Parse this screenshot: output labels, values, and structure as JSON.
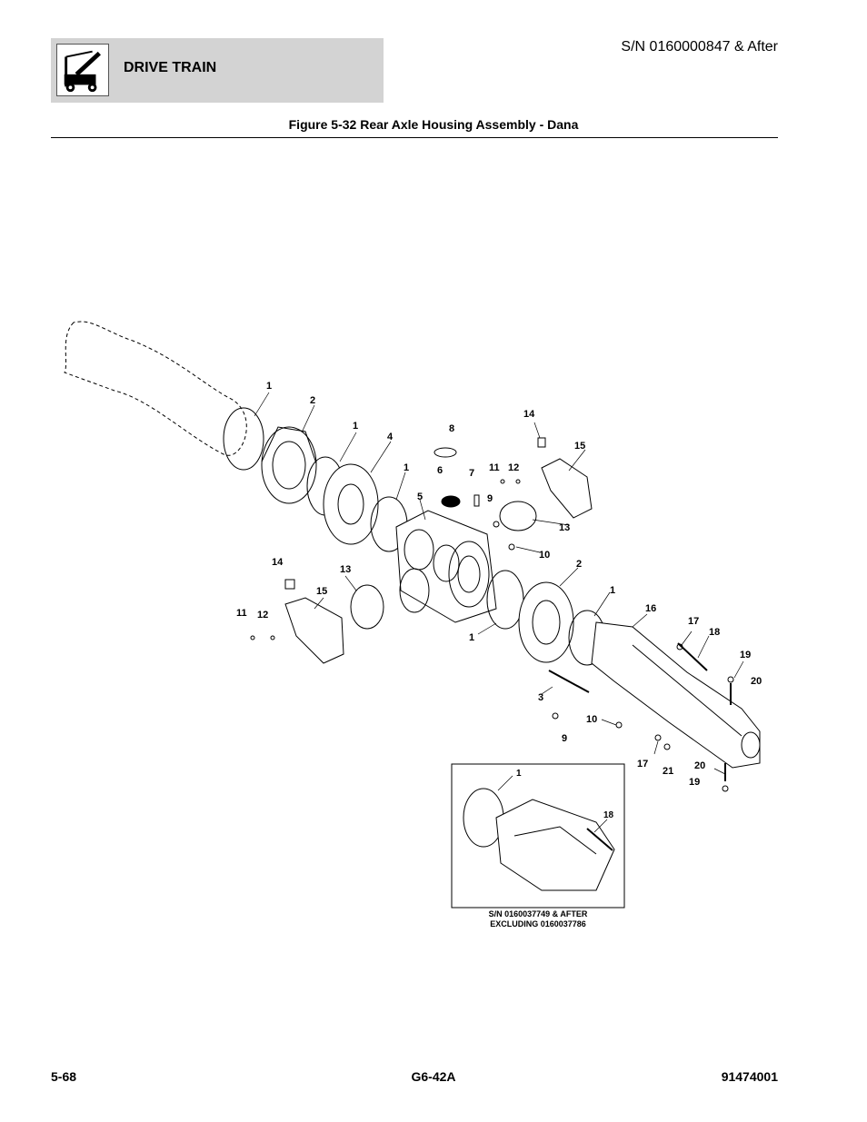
{
  "header": {
    "section_title": "DRIVE TRAIN",
    "serial": "S/N 0160000847 & After",
    "icon": "telehandler-icon"
  },
  "figure": {
    "title": "Figure 5-32 Rear Axle Housing Assembly - Dana",
    "callouts": [
      "1",
      "2",
      "1",
      "4",
      "1",
      "8",
      "14",
      "15",
      "6",
      "7",
      "11",
      "12",
      "5",
      "9",
      "13",
      "10",
      "2",
      "1",
      "14",
      "13",
      "15",
      "11",
      "12",
      "1",
      "16",
      "17",
      "18",
      "19",
      "20",
      "3",
      "9",
      "10",
      "17",
      "21",
      "20",
      "19"
    ],
    "inset": {
      "callouts": [
        "1",
        "18"
      ],
      "caption_line1": "S/N 0160037749 & AFTER",
      "caption_line2": "EXCLUDING 0160037786"
    }
  },
  "footer": {
    "page": "5-68",
    "model": "G6-42A",
    "part_number": "91474001"
  }
}
